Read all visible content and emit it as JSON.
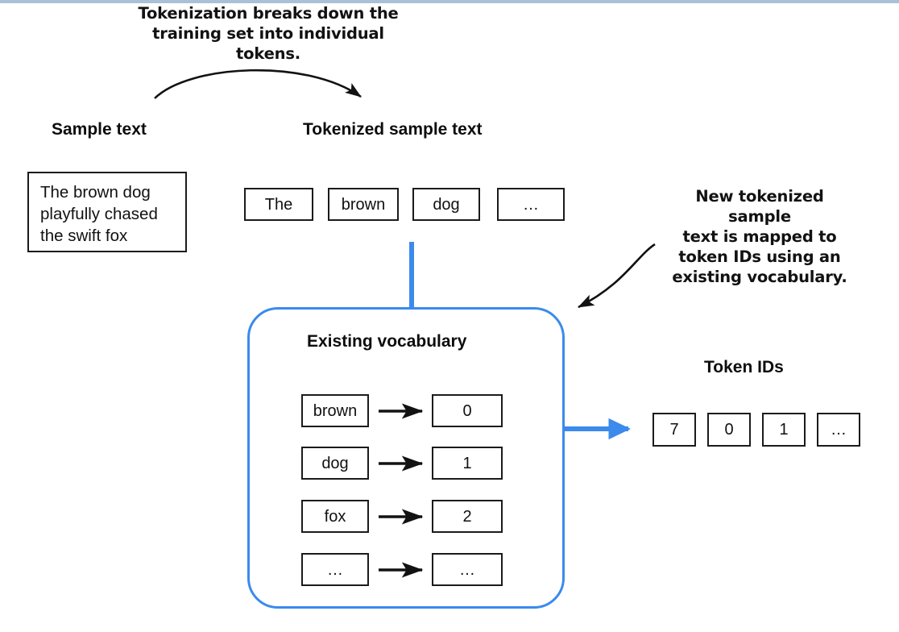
{
  "meta": {
    "title": "Tokenization mapping diagram",
    "accent_blue": "#3b8aec",
    "ink": "#121212",
    "top_strip": "#a9c0d6"
  },
  "captions": {
    "top": "Tokenization breaks down the\ntraining set into individual tokens.",
    "right": "New tokenized sample\ntext is mapped to\ntoken IDs using an\nexisting vocabulary."
  },
  "headings": {
    "sample_text": "Sample text",
    "tokenized_sample_text": "Tokenized sample text",
    "token_ids": "Token IDs",
    "existing_vocabulary": "Existing vocabulary"
  },
  "sample_text": {
    "content": "The brown dog\nplayfully chased\nthe swift fox"
  },
  "tokens": [
    {
      "label": "The"
    },
    {
      "label": "brown"
    },
    {
      "label": "dog"
    },
    {
      "label": "…"
    }
  ],
  "vocabulary": [
    {
      "token": "brown",
      "id": "0"
    },
    {
      "token": "dog",
      "id": "1"
    },
    {
      "token": "fox",
      "id": "2"
    },
    {
      "token": "…",
      "id": "…"
    }
  ],
  "token_ids": [
    {
      "value": "7"
    },
    {
      "value": "0"
    },
    {
      "value": "1"
    },
    {
      "value": "…"
    }
  ]
}
